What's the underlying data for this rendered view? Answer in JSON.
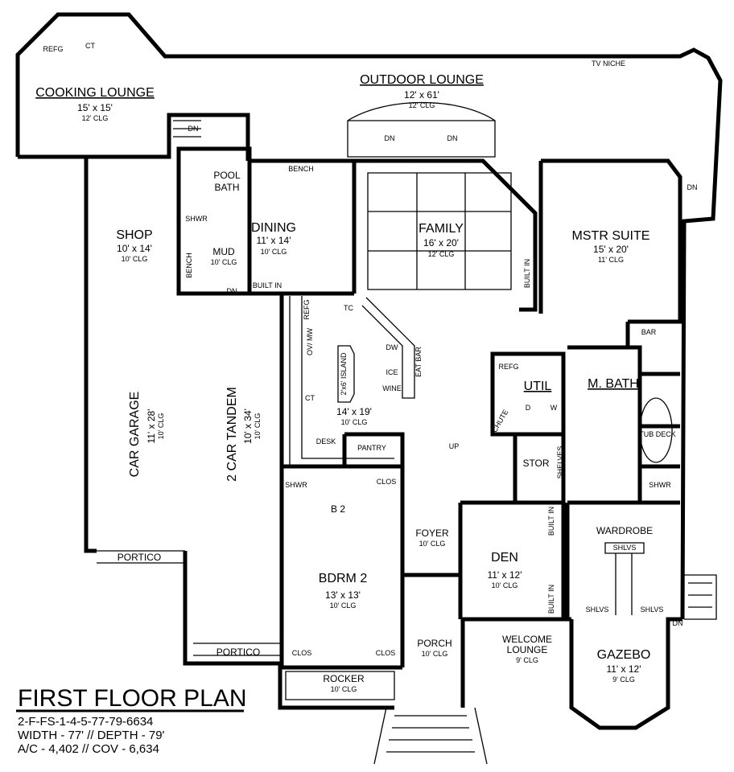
{
  "plan": {
    "title": "FIRST FLOOR PLAN",
    "plan_code": "2-F-FS-1-4-5-77-79-6634",
    "dimensions": "WIDTH - 77' // DEPTH - 79'",
    "area": "A/C - 4,402 // COV - 6,634"
  },
  "rooms": {
    "cooking_lounge": {
      "name": "COOKING LOUNGE",
      "size": "15' x 15'",
      "clg": "12' CLG"
    },
    "outdoor_lounge": {
      "name": "OUTDOOR LOUNGE",
      "size": "12' x 61'",
      "clg": "12' CLG"
    },
    "shop": {
      "name": "SHOP",
      "size": "10' x 14'",
      "clg": "10' CLG"
    },
    "pool_bath": {
      "name1": "POOL",
      "name2": "BATH"
    },
    "mud": {
      "name": "MUD",
      "clg": "10' CLG"
    },
    "dining": {
      "name": "DINING",
      "size": "11' x 14'",
      "clg": "10' CLG"
    },
    "family": {
      "name": "FAMILY",
      "size": "16' x 20'",
      "clg": "12' CLG"
    },
    "master_suite": {
      "name": "MSTR SUITE",
      "size": "15' x 20'",
      "clg": "11' CLG"
    },
    "kitchen": {
      "size": "14' x 19'",
      "clg": "10' CLG"
    },
    "car_garage": {
      "name": "CAR GARAGE",
      "size": "11' x 28'",
      "clg": "10' CLG"
    },
    "tandem": {
      "name": "2 CAR TANDEM",
      "size": "10' x 34'",
      "clg": "10' CLG"
    },
    "util": {
      "name": "UTIL"
    },
    "master_bath": {
      "name": "M. BATH"
    },
    "stor": {
      "name": "STOR"
    },
    "b2": {
      "name": "B 2"
    },
    "foyer": {
      "name": "FOYER",
      "clg": "10' CLG"
    },
    "den": {
      "name": "DEN",
      "size": "11' x 12'",
      "clg": "10' CLG"
    },
    "wardrobe": {
      "name": "WARDROBE"
    },
    "bedroom2": {
      "name": "BDRM 2",
      "size": "13' x 13'",
      "clg": "10' CLG"
    },
    "porch": {
      "name": "PORCH",
      "clg": "10' CLG"
    },
    "welcome_lounge": {
      "name1": "WELCOME",
      "name2": "LOUNGE",
      "clg": "9' CLG"
    },
    "gazebo": {
      "name": "GAZEBO",
      "size": "11' x 12'",
      "clg": "9' CLG"
    },
    "rocker": {
      "name": "ROCKER",
      "clg": "10' CLG"
    },
    "portico1": {
      "name": "PORTICO"
    },
    "portico2": {
      "name": "PORTICO"
    }
  },
  "fixtures": {
    "refg": "REFG",
    "ct": "CT",
    "tv_niche": "TV NICHE",
    "dn": "DN",
    "up": "UP",
    "bench": "BENCH",
    "shwr": "SHWR",
    "built_in": "BUILT IN",
    "tc": "TC",
    "ov_mw": "OV/ MW",
    "island": "2'x6' ISLAND",
    "dw": "DW",
    "ice": "ICE",
    "wine": "WINE",
    "eat_bar": "EAT BAR",
    "desk": "DESK",
    "pantry": "PANTRY",
    "bar": "BAR",
    "d": "D",
    "w": "W",
    "chute": "CHUTE",
    "tub_deck": "TUB DECK",
    "shelves": "SHELVES",
    "clos": "CLOS",
    "shlvs": "SHLVS"
  }
}
